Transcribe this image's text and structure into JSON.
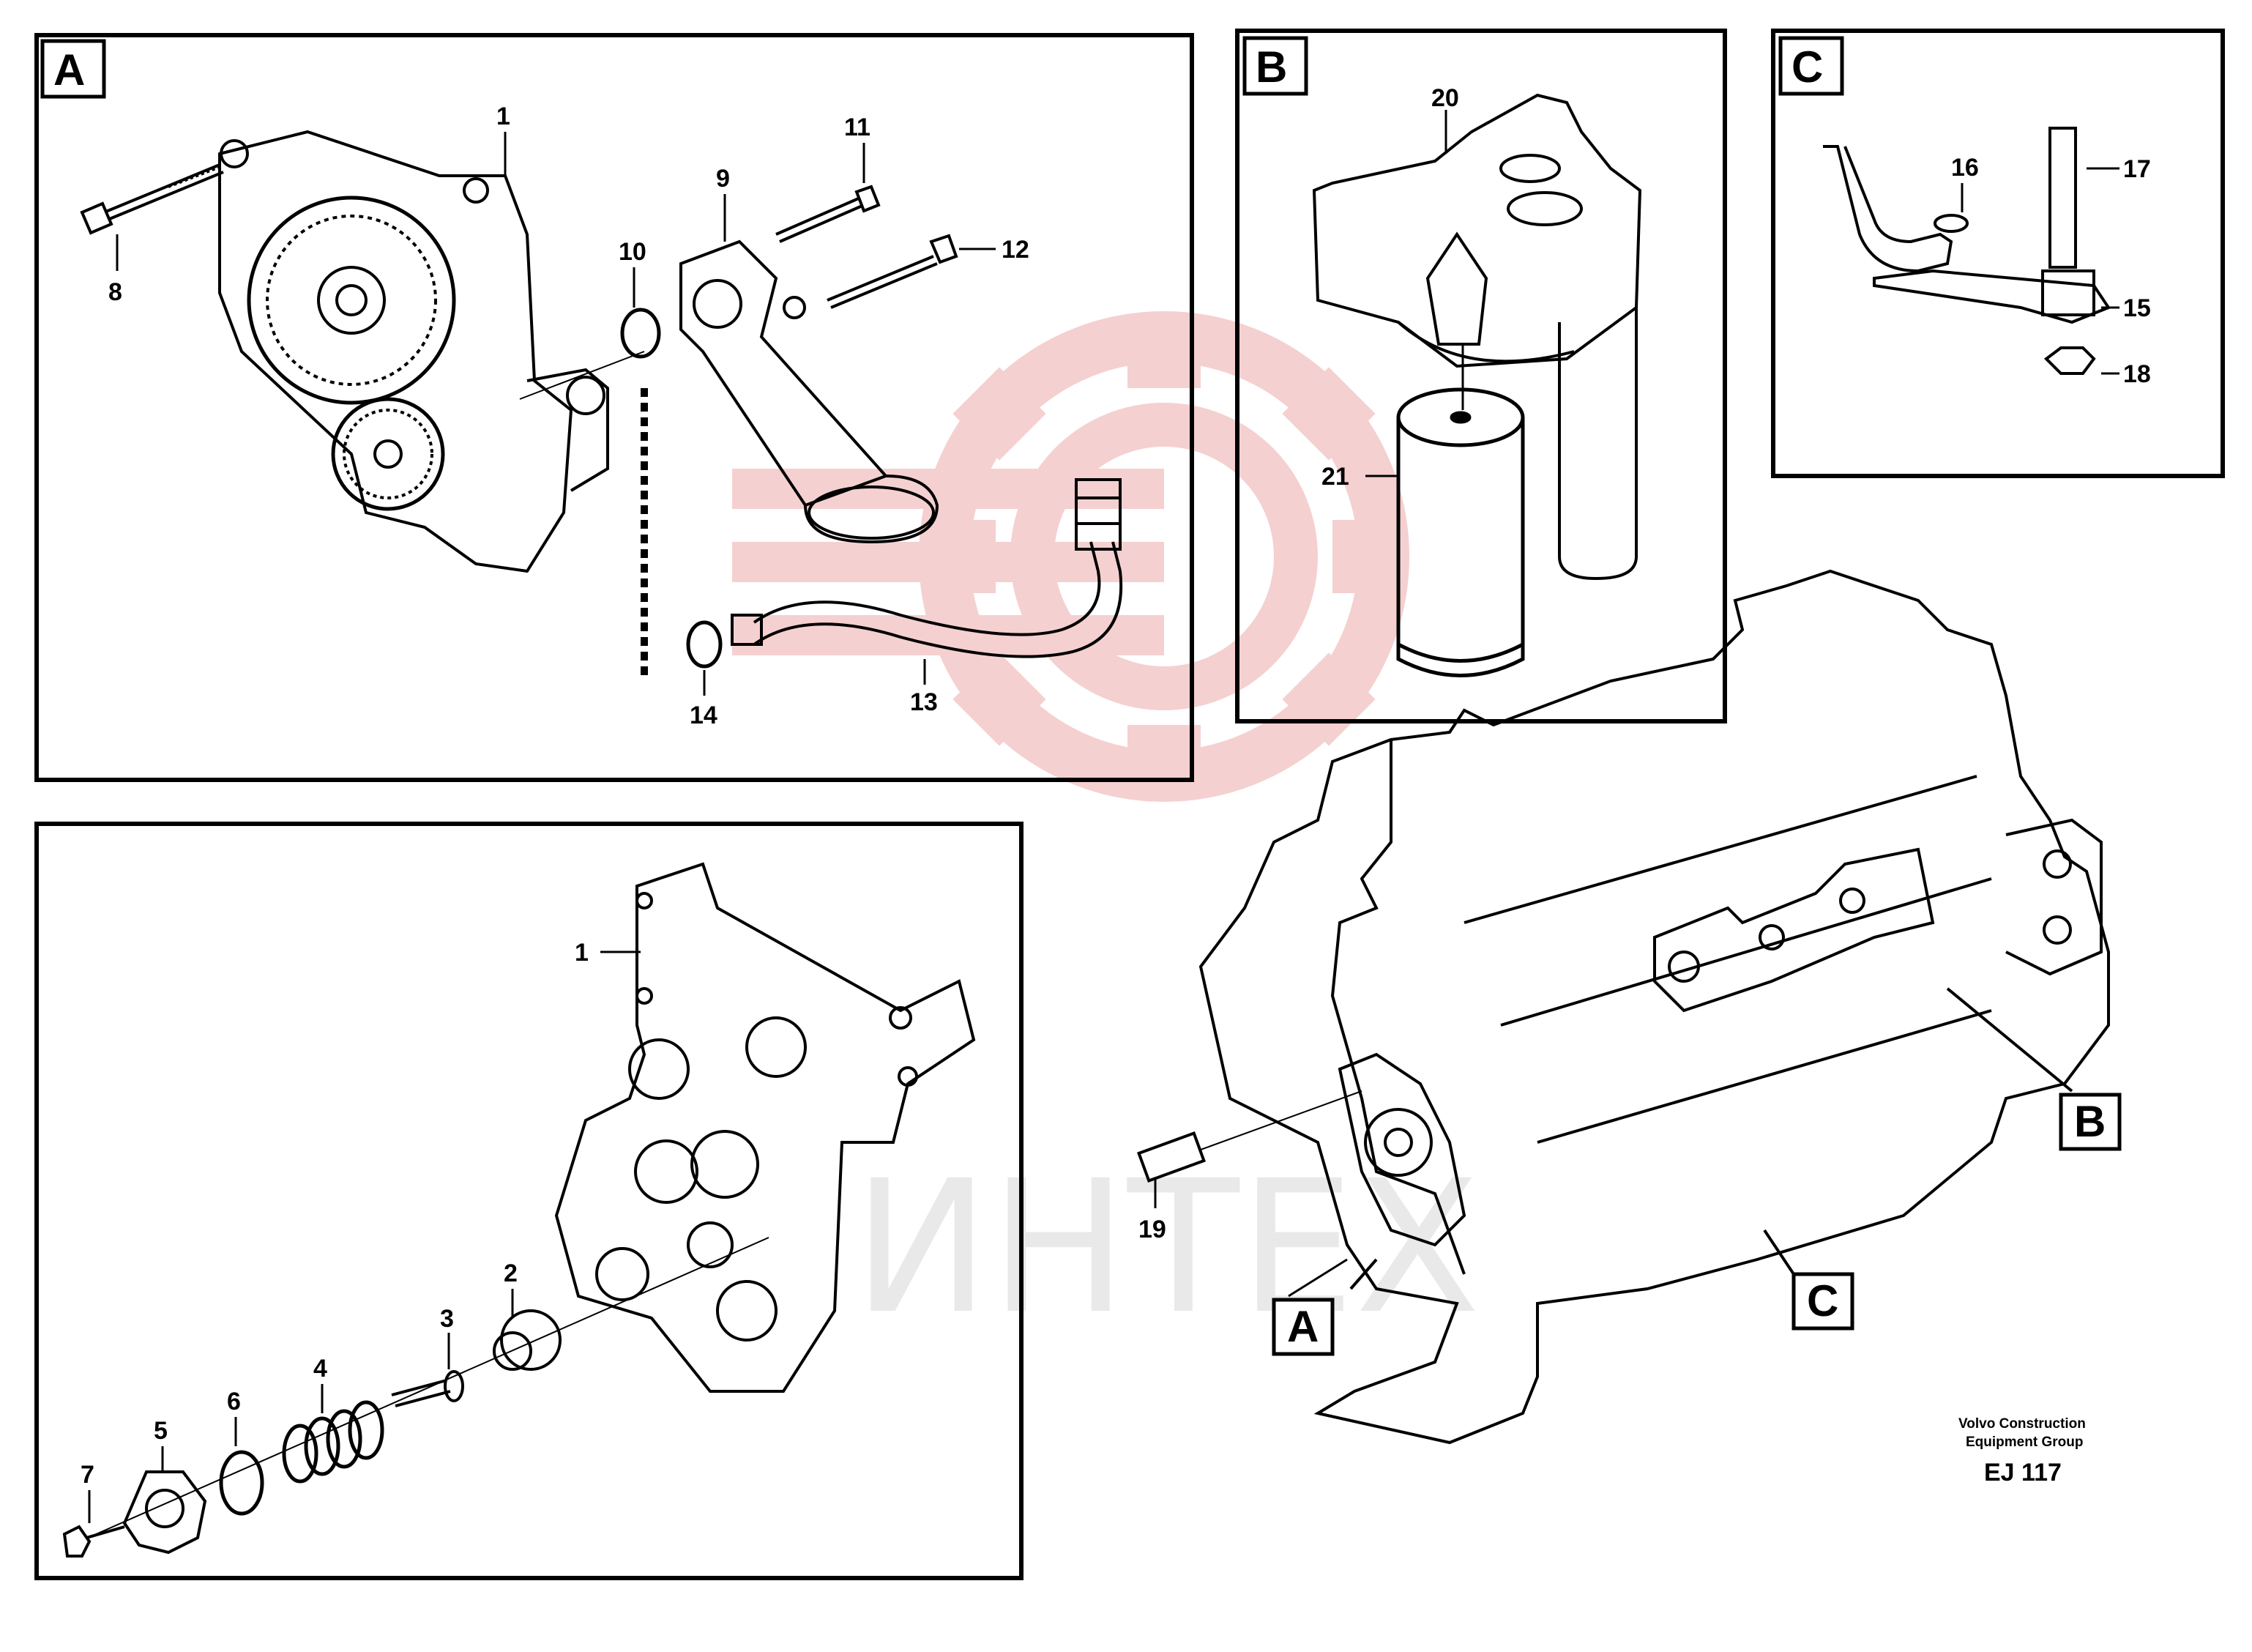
{
  "watermark": {
    "text": "ИНТЕХ",
    "color": "#f1c5c5"
  },
  "panels": {
    "a": {
      "letter": "A"
    },
    "b": {
      "letter": "B"
    },
    "c": {
      "letter": "C"
    }
  },
  "callouts": {
    "a": "A",
    "b": "B",
    "c": "C"
  },
  "parts": {
    "p1": "1",
    "p1b": "1",
    "p2": "2",
    "p3": "3",
    "p4": "4",
    "p5": "5",
    "p6": "6",
    "p7": "7",
    "p8": "8",
    "p9": "9",
    "p10": "10",
    "p11": "11",
    "p12": "12",
    "p13": "13",
    "p14": "14",
    "p15": "15",
    "p16": "16",
    "p17": "17",
    "p18": "18",
    "p19": "19",
    "p20": "20",
    "p21": "21"
  },
  "footer": {
    "line1": "Volvo Construction",
    "line2": "Equipment Group",
    "code": "EJ 117"
  }
}
